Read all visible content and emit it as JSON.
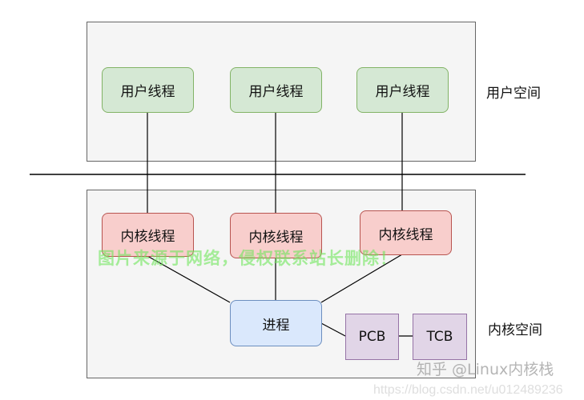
{
  "user_space": {
    "label": "用户空间",
    "threads": [
      "用户线程",
      "用户线程",
      "用户线程"
    ]
  },
  "kernel_space": {
    "label": "内核空间",
    "threads": [
      "内核线程",
      "内核线程",
      "内核线程"
    ],
    "process": "进程",
    "pcb": "PCB",
    "tcb": "TCB"
  },
  "watermarks": {
    "notice": "图片来源于网络，侵权联系站长删除！",
    "zhihu": "知乎 @Linux内核栈",
    "url": "https://blog.csdn.net/u012489236"
  }
}
